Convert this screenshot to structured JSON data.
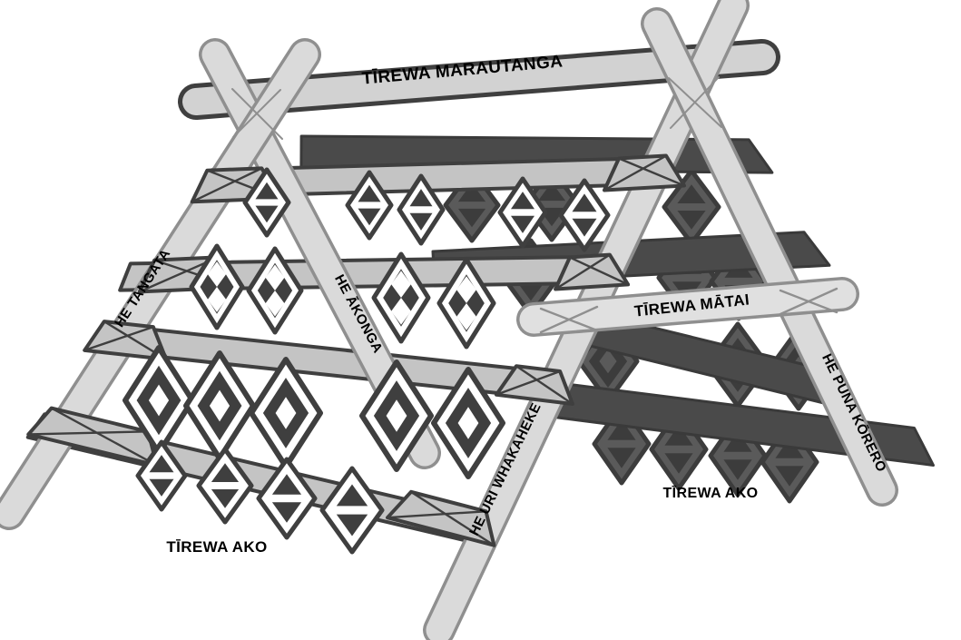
{
  "labels": {
    "ridge": "TĪREWA MARAUTANGA",
    "matai": "TĪREWA MĀTAI",
    "ako_left": "TĪREWA AKO",
    "ako_right": "TĪREWA AKO",
    "leg_tangata": "HE TANGATA",
    "leg_akonga": "HE ĀKONGA",
    "leg_uri": "HE URI WHAKAHEKE",
    "leg_puna": "HE PUNA KŌRERO"
  },
  "colors": {
    "background": "#ffffff",
    "leg_fill": "#dadada",
    "leg_outline": "#8f8f8f",
    "beam_fill": "#d2d2d2",
    "beam_outline": "#3f3f3f",
    "matai_fill": "#e0e0e0",
    "matai_outline": "#8f8f8f",
    "rail_fill": "#c4c4c4",
    "rail_outline": "#3f3f3f",
    "dark_rail_fill": "#4a4a4a",
    "dark_rail_outline": "#3a3a3a",
    "diamond_dark": "#3f3f3f",
    "diamond_light": "#ffffff",
    "back_diamond_body": "#5a5a5a",
    "back_diamond_dark": "#3c3c3c",
    "lash_color": "#8f8f8f",
    "label_color": "#000000"
  },
  "diamond_rows": {
    "front": [
      {
        "rail": "row-1-top",
        "pattern": "split-triangle",
        "diamonds": [
          [
            294,
            223,
            48,
            72
          ],
          [
            407,
            226,
            48,
            72
          ],
          [
            464,
            231,
            48,
            74
          ],
          [
            576,
            234,
            50,
            74
          ],
          [
            644,
            237,
            52,
            76
          ]
        ]
      },
      {
        "rail": "row-2",
        "pattern": "checker",
        "diamonds": [
          [
            239,
            316,
            56,
            90
          ],
          [
            303,
            320,
            58,
            92
          ],
          [
            442,
            328,
            60,
            96
          ],
          [
            514,
            334,
            60,
            96
          ]
        ]
      },
      {
        "rail": "row-3",
        "pattern": "concentric",
        "diamonds": [
          [
            175,
            441,
            74,
            116
          ],
          [
            242,
            447,
            74,
            116
          ],
          [
            315,
            455,
            76,
            118
          ],
          [
            437,
            458,
            76,
            118
          ],
          [
            516,
            466,
            76,
            118
          ]
        ]
      },
      {
        "rail": "row-4-tirewa-ako-left",
        "pattern": "split-triangle",
        "diamonds": [
          [
            178,
            524,
            52,
            74
          ],
          [
            248,
            535,
            58,
            80
          ],
          [
            316,
            549,
            62,
            86
          ],
          [
            388,
            562,
            66,
            92
          ]
        ]
      }
    ],
    "back": [
      {
        "rail": "back-row-1",
        "pattern": "split-triangle",
        "diamonds": [
          [
            520,
            226,
            58,
            78
          ],
          [
            608,
            225,
            58,
            78
          ],
          [
            762,
            228,
            60,
            80
          ]
        ]
      },
      {
        "rail": "back-row-2",
        "pattern": "split-triangle",
        "diamonds": [
          [
            585,
            306,
            60,
            82
          ],
          [
            757,
            306,
            62,
            84
          ],
          [
            814,
            310,
            60,
            82
          ]
        ]
      },
      {
        "rail": "back-row-3",
        "pattern": "concentric",
        "diamonds": [
          [
            670,
            398,
            64,
            88
          ],
          [
            813,
            402,
            66,
            90
          ],
          [
            880,
            406,
            64,
            88
          ]
        ]
      },
      {
        "rail": "back-row-4-tirewa-ako-right",
        "pattern": "split-triangle",
        "diamonds": [
          [
            685,
            489,
            60,
            86
          ],
          [
            748,
            495,
            60,
            86
          ],
          [
            813,
            502,
            60,
            86
          ],
          [
            870,
            509,
            60,
            86
          ]
        ]
      }
    ]
  }
}
